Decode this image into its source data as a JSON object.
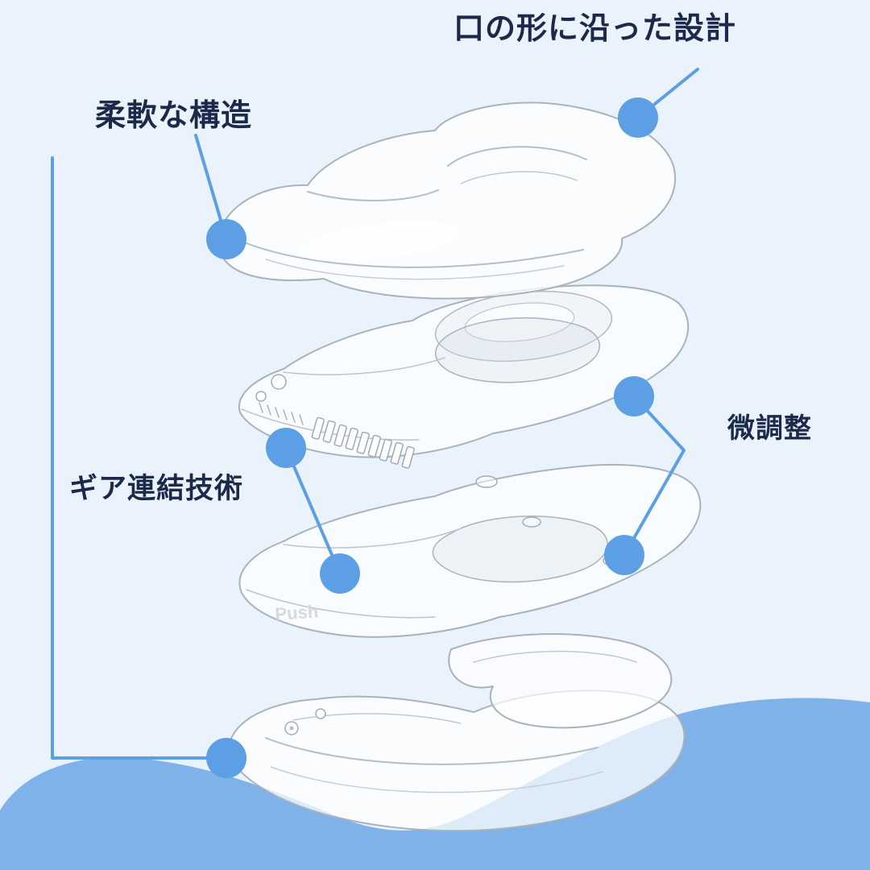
{
  "colors": {
    "background": "#eaf2fb",
    "wave": "#7fb2e9",
    "callout": "#5d9fe4",
    "label_text": "#1b2a4a"
  },
  "labels": {
    "design": "口の形に沿った設計",
    "flexible": "柔軟な構造",
    "fine_adjustment": "微調整",
    "gear": "ギア連結技術"
  },
  "product": {
    "embossed_text": "Push"
  }
}
